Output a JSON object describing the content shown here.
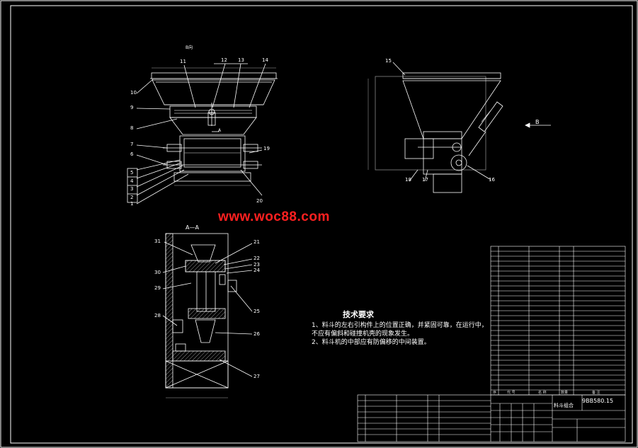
{
  "watermark": "www.woc88.com",
  "tech": {
    "title": "技术要求",
    "line1": "1、料斗的左右引构件上的位置正确，并紧固可靠，在运行中，",
    "line2": "不应有偏斜和碰撞机壳的现象发生。",
    "line3": "2、料斗机的中部应有防偏移的中间装置。"
  },
  "views": {
    "section_aa": "A—A",
    "view_b": "B",
    "view_b_top": "B向",
    "arrow_a": "A"
  },
  "part_labels_left": [
    "10",
    "9",
    "8",
    "7",
    "6",
    "5",
    "4",
    "3",
    "2",
    "1"
  ],
  "part_labels_top": [
    "11",
    "12",
    "13",
    "14"
  ],
  "part_labels_right_front": [
    "19",
    "20"
  ],
  "side_labels": [
    "15",
    "16",
    "17",
    "18"
  ],
  "section_labels": [
    "31",
    "30",
    "29",
    "28",
    "21",
    "22",
    "23",
    "24",
    "25",
    "26",
    "27"
  ],
  "title_block": {
    "drawing_code": "9BB580.15",
    "drawing_name": "料斗组合"
  },
  "bom_header": [
    "序",
    "代  号",
    "名  称",
    "数量",
    "备    注"
  ]
}
